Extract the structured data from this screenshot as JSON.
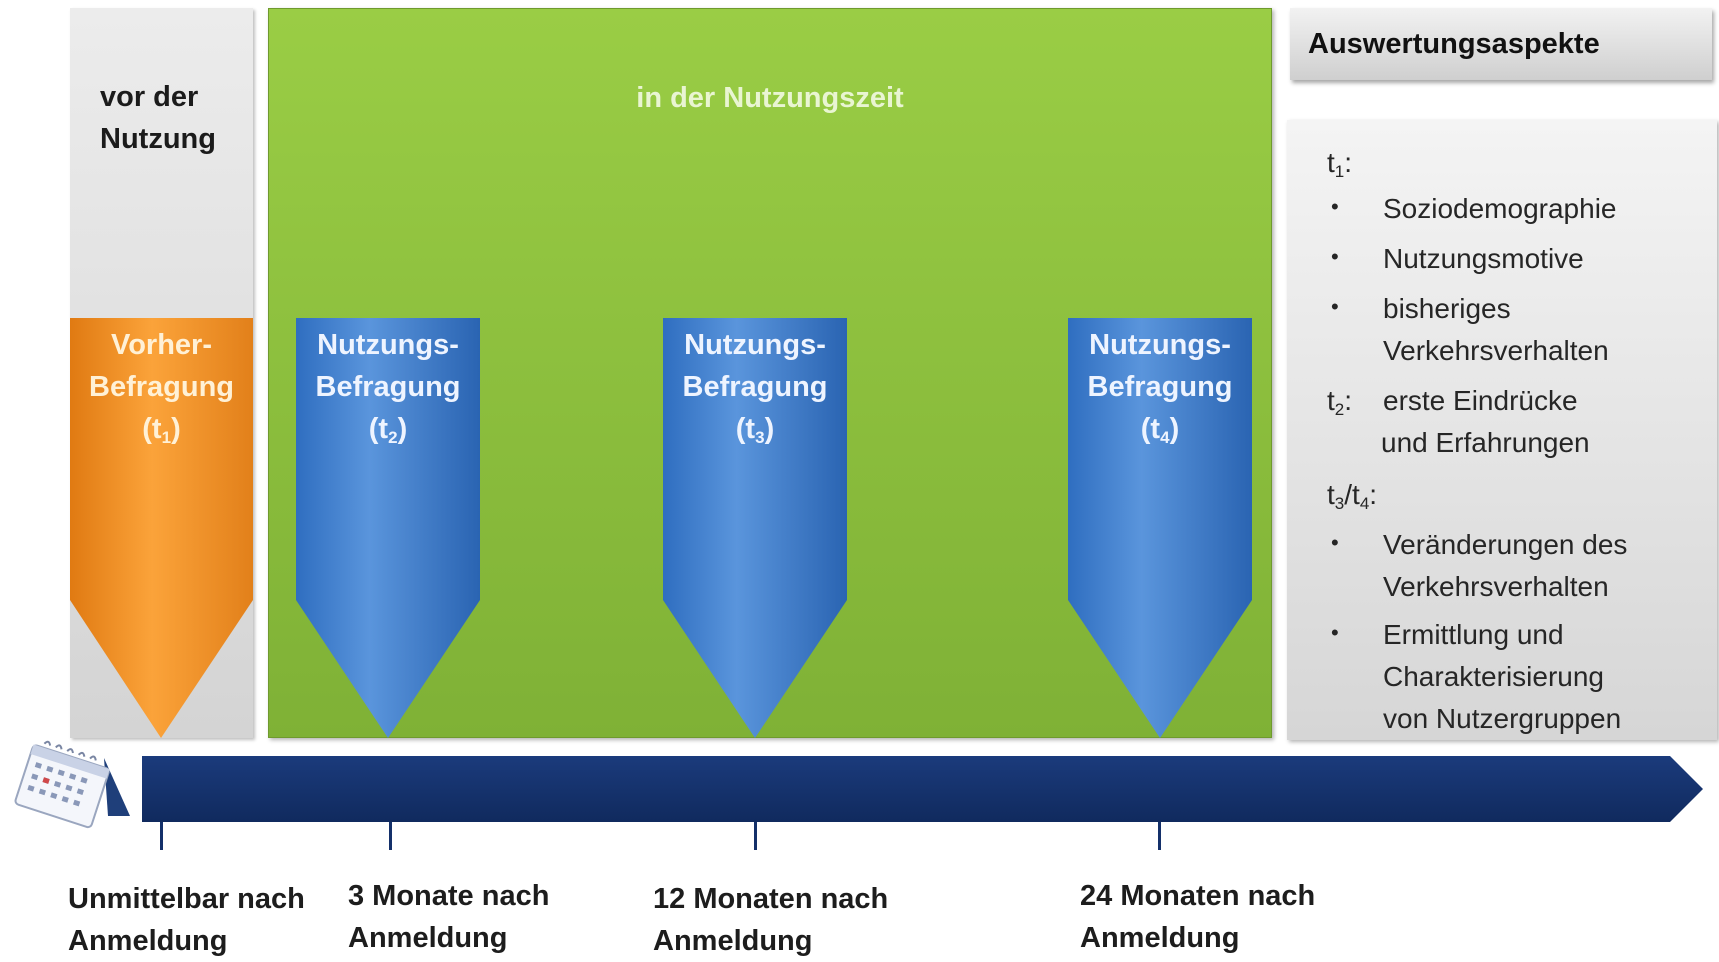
{
  "phases": {
    "pre": "vor der Nutzung",
    "usage": "in der Nutzungszeit"
  },
  "surveys": [
    {
      "line1": "Vorher-",
      "line2": "Befragung",
      "id_prefix": "(t",
      "id_sub": "1",
      "id_suffix": ")"
    },
    {
      "line1": "Nutzungs-",
      "line2": "Befragung",
      "id_prefix": "(t",
      "id_sub": "2",
      "id_suffix": ")"
    },
    {
      "line1": "Nutzungs-",
      "line2": "Befragung",
      "id_prefix": "(t",
      "id_sub": "3",
      "id_suffix": ")"
    },
    {
      "line1": "Nutzungs-",
      "line2": "Befragung",
      "id_prefix": "(t",
      "id_sub": "4",
      "id_suffix": ")"
    }
  ],
  "aspects": {
    "header": "Auswertungsaspekte",
    "t1_label": "t",
    "t1_sub": "1",
    "t1_colon": ":",
    "t1_items": [
      "Soziodemographie",
      "Nutzungsmotive",
      "bisheriges",
      "Verkehrsverhalten"
    ],
    "t2_label": "t",
    "t2_sub": "2",
    "t2_colon": ":",
    "t2_text1": "erste Eindrücke",
    "t2_text2": "und Erfahrungen",
    "t34_label_a": "t",
    "t34_sub_a": "3",
    "t34_slash": "/t",
    "t34_sub_b": "4",
    "t34_colon": ":",
    "t34_items": [
      "Veränderungen des",
      "Verkehrsverhalten",
      "Ermittlung und",
      "Charakterisierung",
      "von Nutzergruppen"
    ],
    "bullet": "•"
  },
  "timeline": {
    "labels": [
      {
        "line1": "Unmittelbar nach",
        "line2": "Anmeldung"
      },
      {
        "line1": "3 Monate nach",
        "line2": "Anmeldung"
      },
      {
        "line1": "12 Monaten nach",
        "line2": "Anmeldung"
      },
      {
        "line1": "24 Monaten nach",
        "line2": "Anmeldung"
      }
    ]
  },
  "colors": {
    "pre_marker": "#f08a1c",
    "usage_marker": "#3f7fce",
    "usage_background": "#8cc13f",
    "timeline_arrow": "#14306a"
  },
  "icons": {
    "calendar": "calendar-icon"
  }
}
